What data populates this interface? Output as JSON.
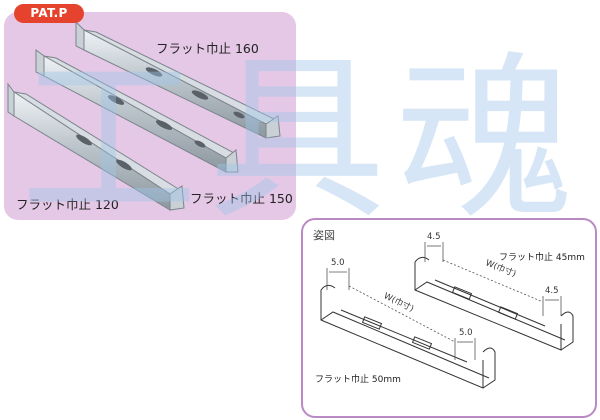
{
  "badge": "PAT.P",
  "photo": {
    "captions": [
      "フラット巾止 160",
      "フラット巾止 150",
      "フラット巾止 120"
    ]
  },
  "watermark": "工具魂",
  "figure": {
    "label": "姿図",
    "product_labels": [
      "フラット巾止 45mm",
      "フラット巾止 50mm"
    ],
    "dimensions": [
      "4.5",
      "4.5",
      "5.0",
      "5.0",
      "W(巾寸)",
      "W(巾寸)"
    ]
  },
  "colors": {
    "panel_bg": "#e4c8e6",
    "badge_bg": "#e5432d",
    "frame_border": "#b98ac4",
    "watermark": "#9fc6ea",
    "metal": "#b9c2c9"
  }
}
